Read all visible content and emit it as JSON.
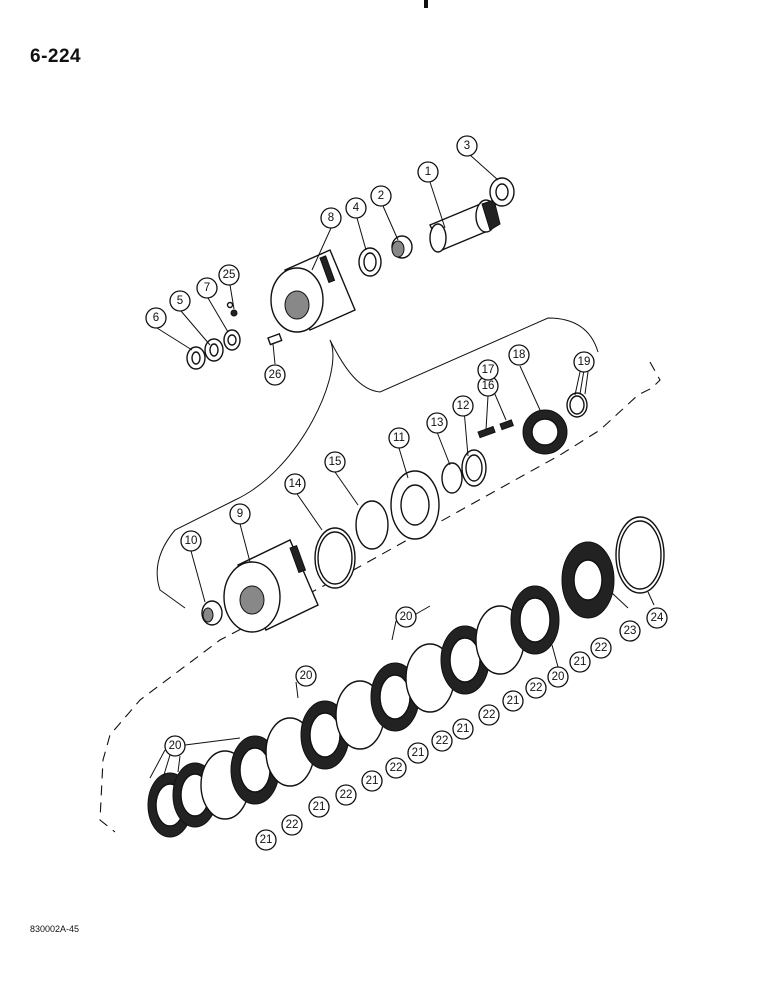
{
  "page": {
    "number": "6-224",
    "figure_code": "830002A-45"
  },
  "callouts": [
    "1",
    "2",
    "3",
    "4",
    "5",
    "6",
    "7",
    "8",
    "9",
    "10",
    "11",
    "12",
    "13",
    "14",
    "15",
    "16",
    "17",
    "18",
    "19",
    "20",
    "21",
    "22",
    "23",
    "24",
    "25",
    "26"
  ]
}
